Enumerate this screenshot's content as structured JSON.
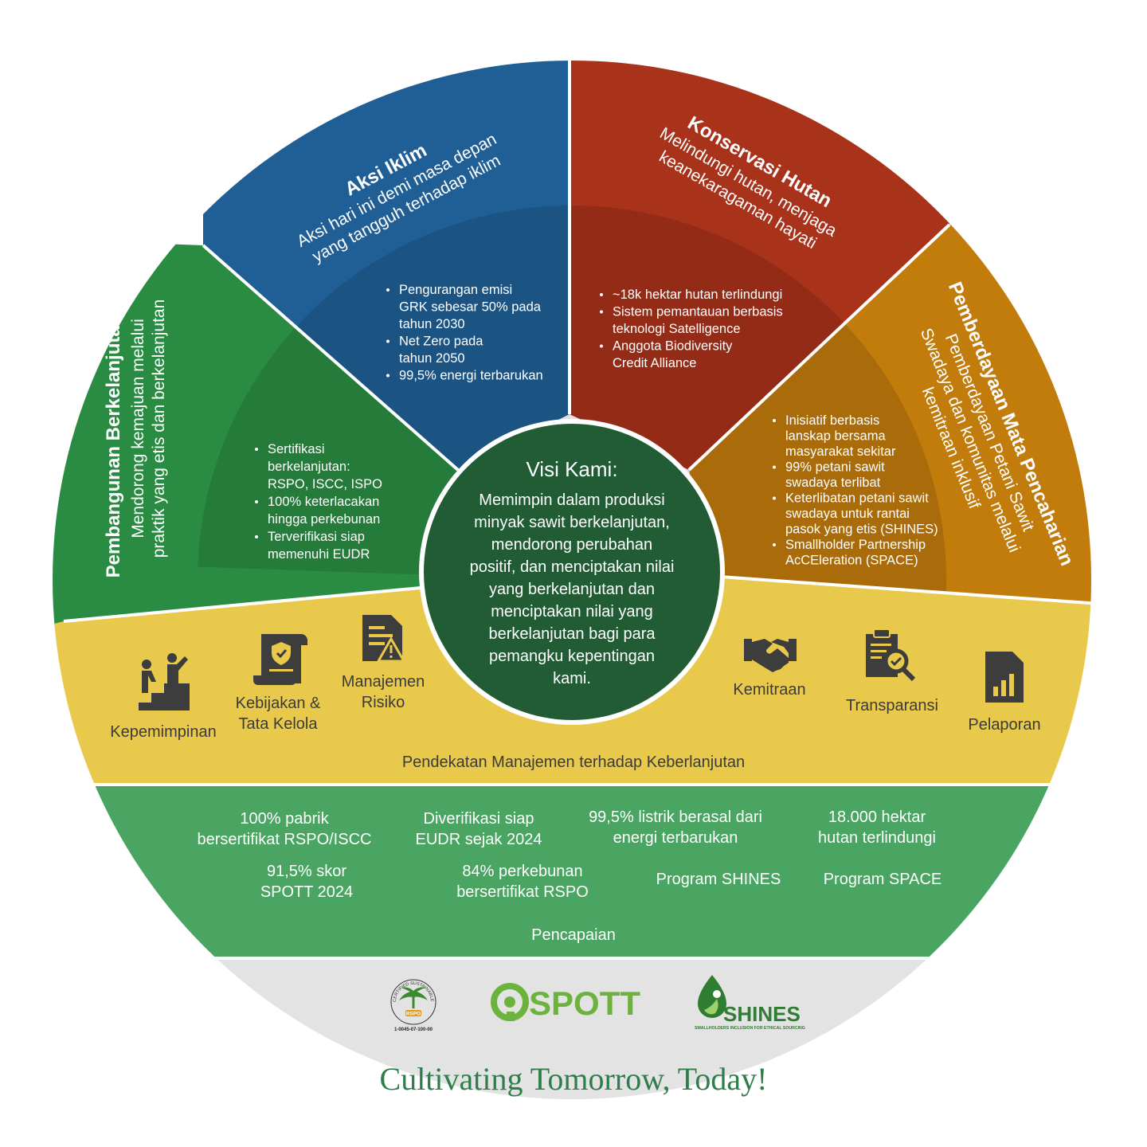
{
  "colors": {
    "green_sector": "#2a8c42",
    "blue_sector": "#1f5f96",
    "red_sector": "#a8321a",
    "orange_sector": "#c27c0c",
    "yellow_band": "#e8c94c",
    "achievement_band": "#49a561",
    "logo_band": "#e3e3e3",
    "center_circle": "#225c35",
    "tagline": "#2f7d4a"
  },
  "sectors": {
    "pembangunan": {
      "title": "Pembangunan Berkelanjutan",
      "subtitle": [
        "Mendorong kemajuan melalui",
        "praktik yang etis dan berkelanjutan"
      ],
      "bullets": [
        [
          "Sertifikasi",
          "berkelanjutan:",
          "RSPO, ISCC, ISPO"
        ],
        [
          "100% keterlacakan",
          "hingga perkebunan"
        ],
        [
          "Terverifikasi siap",
          "memenuhi EUDR"
        ]
      ]
    },
    "aksi_iklim": {
      "title": "Aksi Iklim",
      "subtitle": [
        "Aksi hari ini demi masa depan",
        "yang tangguh terhadap iklim"
      ],
      "bullets": [
        [
          "Pengurangan emisi",
          "GRK sebesar 50% pada",
          "tahun 2030"
        ],
        [
          "Net Zero pada",
          "tahun 2050"
        ],
        [
          "99,5% energi terbarukan"
        ]
      ]
    },
    "konservasi": {
      "title": "Konservasi Hutan",
      "subtitle": [
        "Melindungi hutan, menjaga",
        "keanekaragaman hayati"
      ],
      "bullets": [
        [
          "~18k hektar hutan terlindungi"
        ],
        [
          "Sistem pemantauan berbasis",
          "teknologi Satelligence"
        ],
        [
          "Anggota Biodiversity",
          "Credit Alliance"
        ]
      ]
    },
    "pemberdayaan": {
      "title": "Pemberdayaan Mata Pencaharian",
      "subtitle": [
        "Pemberdayaan Petani Sawit",
        "Swadaya dan komunitas melalui",
        "kemitraan inklusif"
      ],
      "bullets": [
        [
          "Inisiatif berbasis",
          "lanskap bersama",
          "masyarakat sekitar"
        ],
        [
          "99% petani sawit",
          "swadaya terlibat"
        ],
        [
          "Keterlibatan petani sawit",
          "swadaya untuk rantai",
          "pasok yang etis (SHINES)"
        ],
        [
          "Smallholder Partnership",
          "AcCEleration (SPACE)"
        ]
      ]
    }
  },
  "center": {
    "title": "Visi Kami:",
    "lines": [
      "Memimpin dalam produksi",
      "minyak sawit berkelanjutan,",
      "mendorong perubahan",
      "positif, dan menciptakan nilai",
      "yang berkelanjutan dan",
      "menciptakan nilai yang",
      "berkelanjutan bagi para",
      "pemangku kepentingan",
      "kami."
    ]
  },
  "management": {
    "title": "Pendekatan Manajemen terhadap Keberlanjutan",
    "items": [
      {
        "icon": "leadership-icon",
        "label": [
          "Kepemimpinan"
        ]
      },
      {
        "icon": "policy-scroll-icon",
        "label": [
          "Kebijakan &",
          "Tata Kelola"
        ]
      },
      {
        "icon": "risk-document-icon",
        "label": [
          "Manajemen",
          "Risiko"
        ]
      },
      {
        "icon": "handshake-icon",
        "label": [
          "Kemitraan"
        ]
      },
      {
        "icon": "clipboard-check-icon",
        "label": [
          "Transparansi"
        ]
      },
      {
        "icon": "report-chart-icon",
        "label": [
          "Pelaporan"
        ]
      }
    ]
  },
  "achievements": {
    "title": "Pencapaian",
    "items": [
      [
        "100% pabrik",
        "bersertifikat RSPO/ISCC"
      ],
      [
        "Diverifikasi siap",
        "EUDR sejak 2024"
      ],
      [
        "99,5% listrik berasal dari",
        "energi terbarukan"
      ],
      [
        "18.000 hektar",
        "hutan terlindungi"
      ],
      [
        "91,5% skor",
        "SPOTT 2024"
      ],
      [
        "84% perkebunan",
        "bersertifikat RSPO"
      ],
      [
        "Program SHINES"
      ],
      [
        "Program SPACE"
      ]
    ]
  },
  "logos": {
    "rspo": {
      "ring_text": "CERTIFIED SUSTAINABLE PALM OIL",
      "name": "RSPO",
      "code": "1-0045-07-100-00"
    },
    "spott": {
      "name": "SPOTT"
    },
    "shines": {
      "name": "SHINES",
      "tagline": "SMALLHOLDERS INCLUSION FOR ETHICAL SOURCING"
    }
  },
  "tagline": "Cultivating Tomorrow, Today!"
}
